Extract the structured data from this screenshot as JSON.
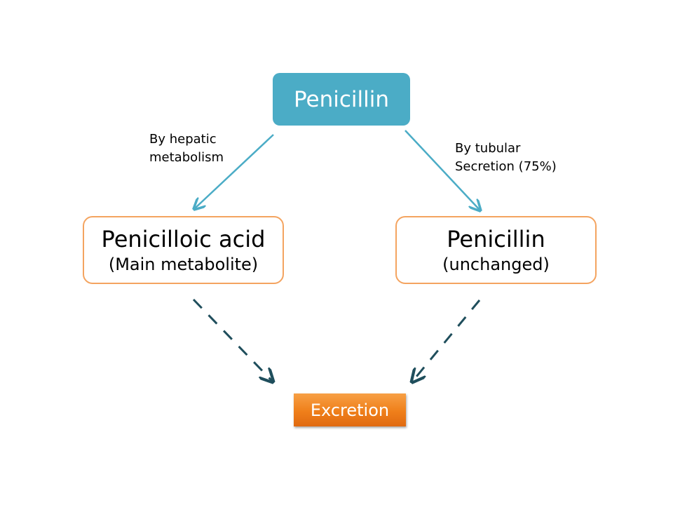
{
  "nodes": {
    "top": {
      "label": "Penicillin"
    },
    "left": {
      "title": "Penicilloic acid",
      "subtitle": "(Main metabolite)"
    },
    "right": {
      "title": "Penicillin",
      "subtitle": "(unchanged)"
    },
    "bottom": {
      "label": "Excretion"
    }
  },
  "edges": {
    "left_label": {
      "line1": "By hepatic",
      "line2": "metabolism"
    },
    "right_label": {
      "line1": "By tubular",
      "line2": "Secretion (75%)"
    }
  },
  "colors": {
    "top_fill": "#4bacc6",
    "result_border": "#f4a460",
    "excretion_fill": "#ef7f1a",
    "solid_arrow": "#4bacc6",
    "dashed_arrow": "#1f4e5c"
  }
}
